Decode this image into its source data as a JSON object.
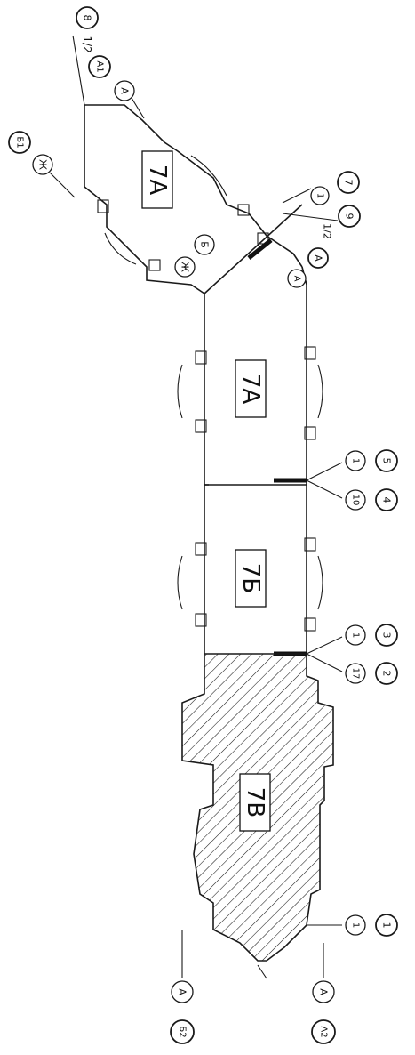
{
  "rooms": {
    "r7a_upper": "7А",
    "r7a": "7А",
    "r7b": "7Б",
    "r7v": "7В"
  },
  "axes": {
    "a_top": "А",
    "a1_top": "А1",
    "a_right": "А",
    "a_right2": "А",
    "zh_top": "Ж",
    "b1_top": "Б1",
    "zh_mid": "Ж",
    "b_mid": "Б",
    "a_bottom_left": "А",
    "b2_bottom": "Б2",
    "a_bottom_right": "А",
    "a2_bottom": "А2"
  },
  "marks": {
    "m8": "8",
    "m12": "1/2",
    "m1_small_right": "1",
    "m7": "7",
    "m9": "9",
    "m1_2_9": "1/2",
    "m1_mid": "1",
    "m5": "5",
    "m10": "10",
    "m4": "4",
    "m1_low": "1",
    "m3": "3",
    "m17": "17",
    "m2": "2",
    "m1_bottom": "1",
    "m1_bottom_circle": "1"
  },
  "colors": {
    "ink": "#1a1a1a",
    "paper": "#ffffff"
  }
}
